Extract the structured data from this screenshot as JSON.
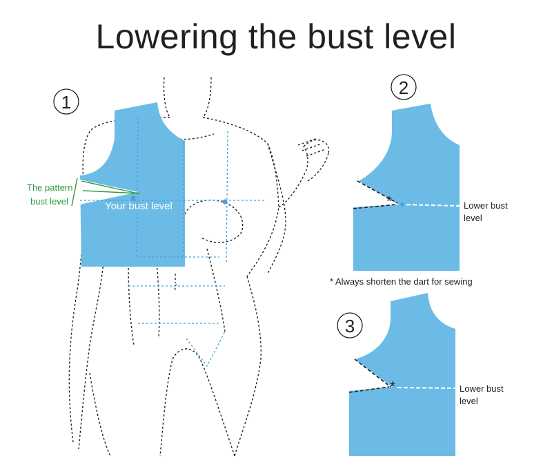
{
  "title": "Lowering the bust level",
  "colors": {
    "pattern_fill": "#6cbbe6",
    "pattern_label": "#2a9a3a",
    "guide_line": "#4aa0d6",
    "outline": "#222222"
  },
  "steps": [
    {
      "number": "1",
      "labels": {
        "pattern_bust_line1": "The pattern",
        "pattern_bust_line2": "bust level",
        "your_bust": "Your bust level"
      }
    },
    {
      "number": "2",
      "labels": {
        "lower_bust_line1": "Lower bust",
        "lower_bust_line2": "level"
      }
    },
    {
      "number": "3",
      "labels": {
        "lower_bust_line1": "Lower bust",
        "lower_bust_line2": "level"
      }
    }
  ],
  "note": "* Always shorten the dart for sewing",
  "icons": {
    "dart_mark": "asterisk-icon"
  }
}
